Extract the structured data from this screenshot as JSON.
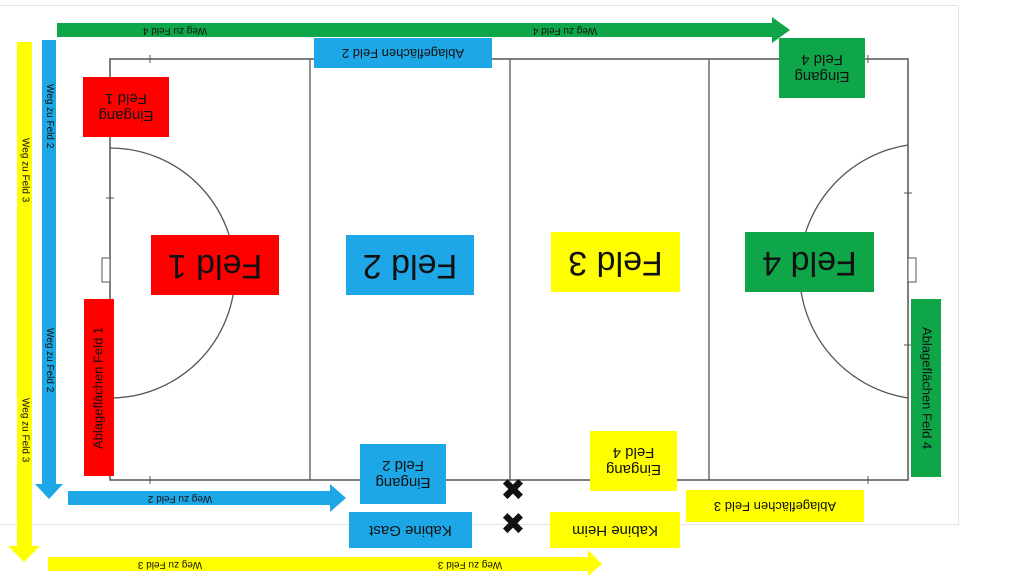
{
  "colors": {
    "red": "#ff0000",
    "blue": "#1ea7e6",
    "yellow": "#ffff00",
    "green": "#0fa64a",
    "line": "#555555"
  },
  "fields": {
    "f1": "Feld 1",
    "f2": "Feld 2",
    "f3": "Feld 3",
    "f4": "Feld 4"
  },
  "entrances": {
    "e1": "Eingang Feld 1",
    "e2": "Eingang Feld 2",
    "e3": "Eingang Feld 4",
    "e4": "Eingang Feld 4"
  },
  "storage": {
    "s1": "Ablageflächen Feld 1",
    "s2": "Ablageflächen Feld 2",
    "s3": "Ablageflächen Feld 3",
    "s4": "Ablageflächen Feld 4"
  },
  "cabins": {
    "gast": "Kabine Gast",
    "heim": "Kabine Heim"
  },
  "paths": {
    "top_left": "Weg zu Feld 4",
    "top_right": "Weg zu Feld 4",
    "blue_vertical_top": "Weg zu Feld 2",
    "blue_vertical_bottom": "Weg zu Feld 2",
    "blue_bottom": "Weg zu Feld 2",
    "yellow_vertical_top": "Weg zu Feld 3",
    "yellow_vertical_bottom": "Weg zu Feld 3",
    "yellow_bottom_left": "Weg zu Feld 3",
    "yellow_bottom_right": "Weg zu Feld 3"
  },
  "markers": {
    "cross_symbol": "✖"
  }
}
